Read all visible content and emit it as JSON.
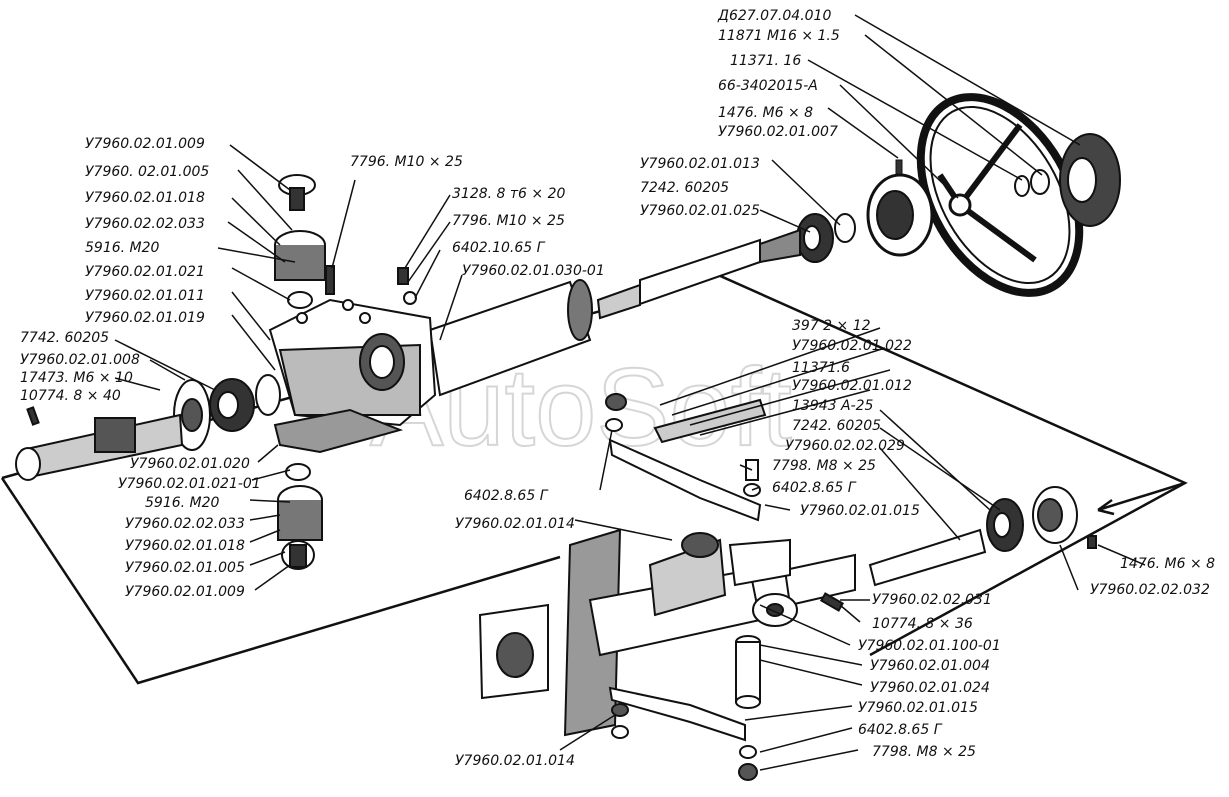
{
  "colors": {
    "ink": "#111111",
    "background": "#ffffff",
    "watermark": "#d6d6d6"
  },
  "watermark": "AutoSoft",
  "labels": {
    "d627": "Д627.07.04.010",
    "n11871": "11871 М16 × 1.5",
    "n11371_16": "11371. 16",
    "n66": "66-3402015-А",
    "n1476_top": "1476. М6 × 8",
    "u_007": "У7960.02.01.007",
    "u_013": "У7960.02.01.013",
    "n7242_top": "7242. 60205",
    "u_025": "У7960.02.01.025",
    "u_009_top": "У7960.02.01.009",
    "n7796_a": "7796. М10 × 25",
    "u_005_top": "У7960. 02.01.005",
    "n3128": "3128. 8 т6 × 20",
    "u_018_top": "У7960.02.01.018",
    "n7796_b": "7796. М10 × 25",
    "u_033_top": "У7960.02.02.033",
    "n6402_1065": "6402.10.65 Г",
    "n5916_top": "5916. М20",
    "u_030": "У7960.02.01.030-01",
    "u_021": "У7960.02.01.021",
    "u_011": "У7960.02.01.011",
    "u_019": "У7960.02.01.019",
    "n7742": "7742. 60205",
    "u_008": "У7960.02.01.008",
    "n17473": "17473. М6 × 10",
    "n10774_40": "10774. 8 × 40",
    "n3972": "397 2 × 12",
    "u_022": "У7960.02.01.022",
    "n11371_6": "11371.6",
    "u_012": "У7960.02.01.012",
    "n13943": "13943 А-25",
    "n7242_mid": "7242. 60205",
    "u_029": "У7960.02.02.029",
    "n7798_mid": "7798. М8 × 25",
    "n6402_865_mid": "6402.8.65 Г",
    "n6402_865_left": "6402.8.65 Г",
    "u_015_mid": "У7960.02.01.015",
    "u_020": "У7960.02.01.020",
    "u_02101": "У7960.02.01.021-01",
    "n5916_bot": "5916. М20",
    "u_033_bot": "У7960.02.02.033",
    "u_018_bot": "У7960.02.01.018",
    "u_005_bot": "У7960.02.01.005",
    "u_009_bot": "У7960.02.01.009",
    "u_014_a": "У7960.02.01.014",
    "n1476_bot": "1476. М6 × 8",
    "u_032": "У7960.02.02.032",
    "u_031": "У7960.02.02.031",
    "n10774_36": "10774. 8 × 36",
    "u_100": "У7960.02.01.100-01",
    "u_004": "У7960.02.01.004",
    "u_024": "У7960.02.01.024",
    "u_015_bot": "У7960.02.01.015",
    "n6402_865_bot": "6402.8.65 Г",
    "u_014_b": "У7960.02.01.014",
    "n7798_bot": "7798. М8 × 25"
  }
}
